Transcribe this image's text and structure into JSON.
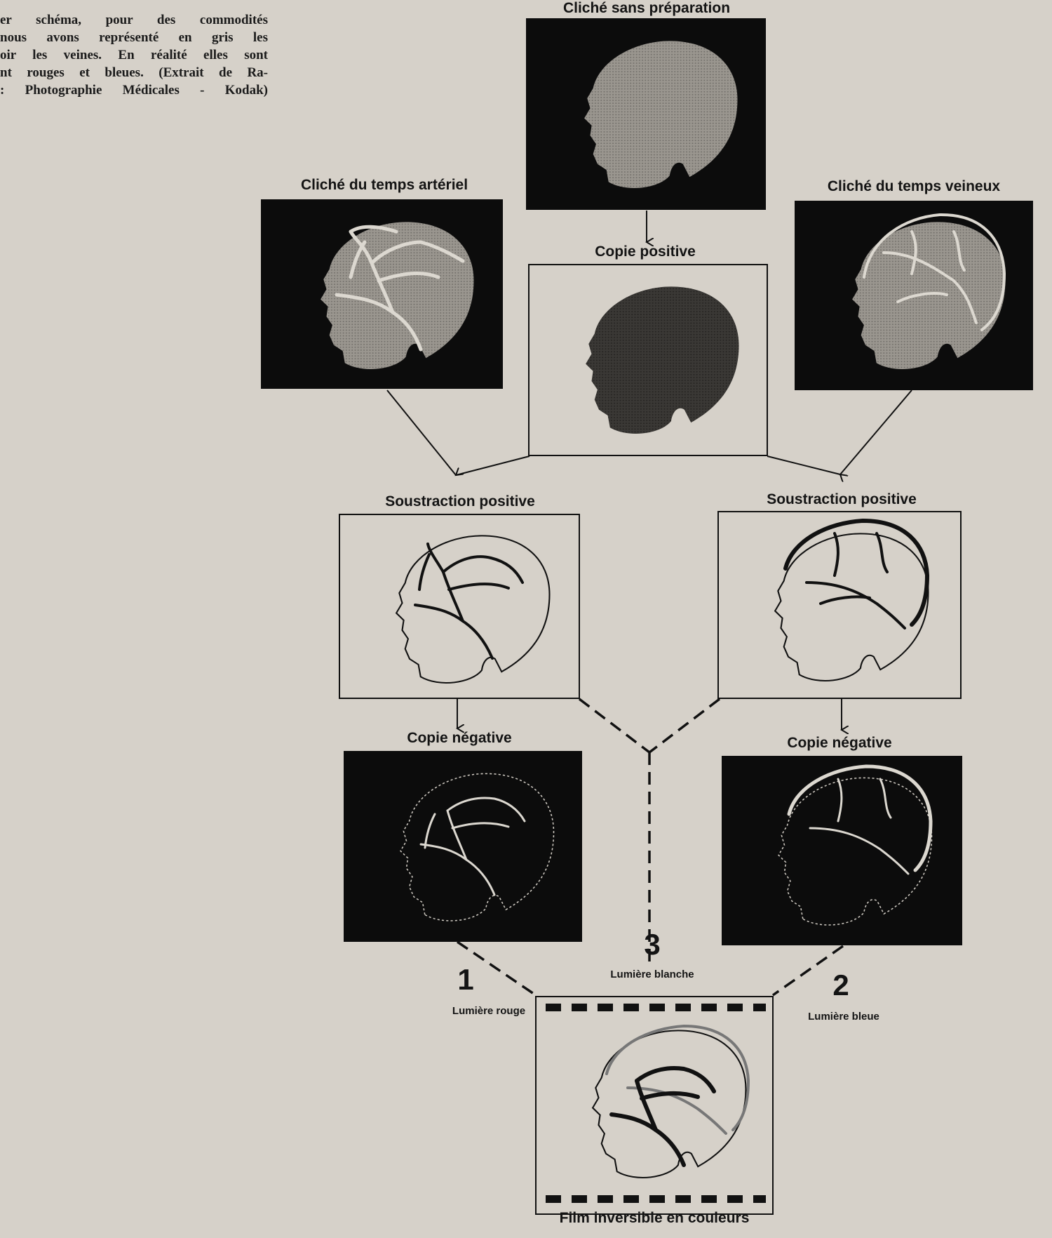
{
  "caption": {
    "lines": [
      "er schéma, pour des commodités",
      "nous avons représenté en gris les",
      "oir les veines. En réalité elles sont",
      "nt rouges et bleues. (Extrait de Ra-",
      ": Photographie Médicales - Kodak)"
    ]
  },
  "panels": {
    "plain": "Cliché sans préparation",
    "arterial": "Cliché du temps artériel",
    "venous": "Cliché du temps veineux",
    "positive_copy": "Copie positive",
    "sub_left": "Soustraction positive",
    "sub_right": "Soustraction positive",
    "neg_left": "Copie négative",
    "neg_right": "Copie négative",
    "film": "Film inversible en couleurs"
  },
  "lights": {
    "red_num": "1",
    "red_label": "Lumière rouge",
    "blue_num": "2",
    "blue_label": "Lumière bleue",
    "white_num": "3",
    "white_label": "Lumière blanche"
  },
  "colors": {
    "paper": "#d6d1c9",
    "ink": "#111111",
    "skull_gray": "#8d8a85",
    "vessel_light": "#dcd8d0"
  }
}
